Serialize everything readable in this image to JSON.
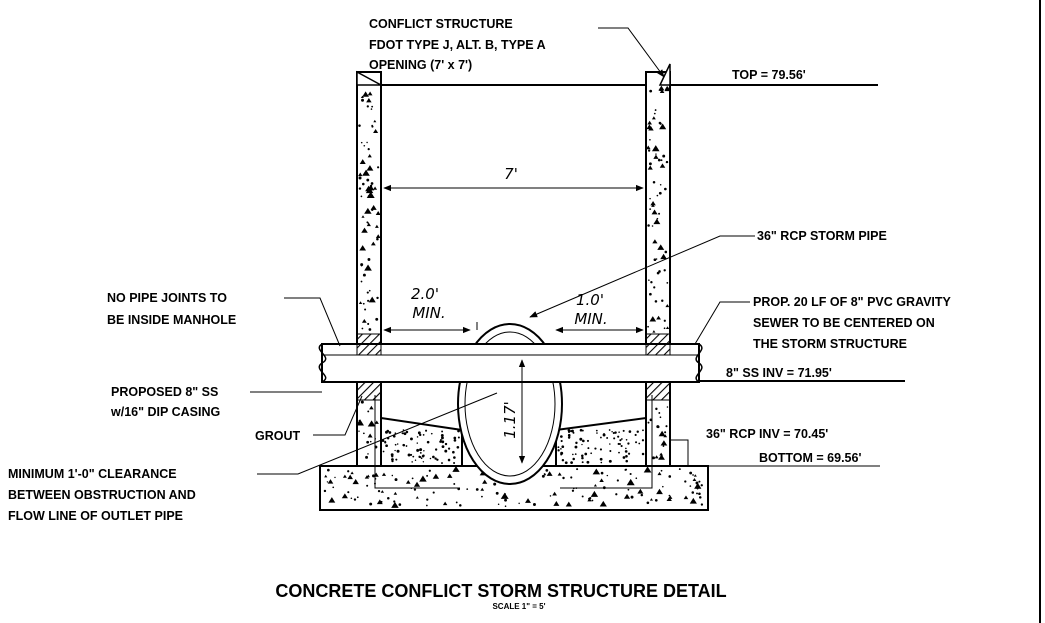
{
  "labels": {
    "conflict_structure": [
      "CONFLICT STRUCTURE",
      "FDOT TYPE J, ALT. B, TYPE A",
      "OPENING  (7' x 7')"
    ],
    "top_elev": "TOP = 79.56'",
    "storm_pipe": "36\" RCP STORM PIPE",
    "no_pipe_joints": [
      "NO PIPE JOINTS TO",
      "BE INSIDE MANHOLE"
    ],
    "prop_sewer": [
      "PROP. 20 LF OF 8\" PVC GRAVITY",
      "SEWER TO BE CENTERED  ON",
      "THE STORM STRUCTURE"
    ],
    "proposed_ss": [
      "PROPOSED 8\" SS",
      "w/16\" DIP CASING"
    ],
    "ss_inv": "8\" SS INV = 71.95'",
    "grout": "GROUT",
    "rcp_inv": "36\" RCP INV = 70.45'",
    "bottom_elev": "BOTTOM = 69.56'",
    "clearance": [
      "MINIMUM 1'-0\" CLEARANCE",
      "BETWEEN OBSTRUCTION AND",
      "FLOW LINE OF OUTLET PIPE"
    ]
  },
  "dimensions": {
    "width": "7'",
    "left_gap": [
      "2.0'",
      "MIN."
    ],
    "right_gap": [
      "1.0'",
      "MIN."
    ],
    "clearance": "1.17'"
  },
  "title": "CONCRETE CONFLICT  STORM STRUCTURE DETAIL",
  "scale": "SCALE 1\" = 5'",
  "colors": {
    "ink": "#000000",
    "paper": "#ffffff"
  }
}
